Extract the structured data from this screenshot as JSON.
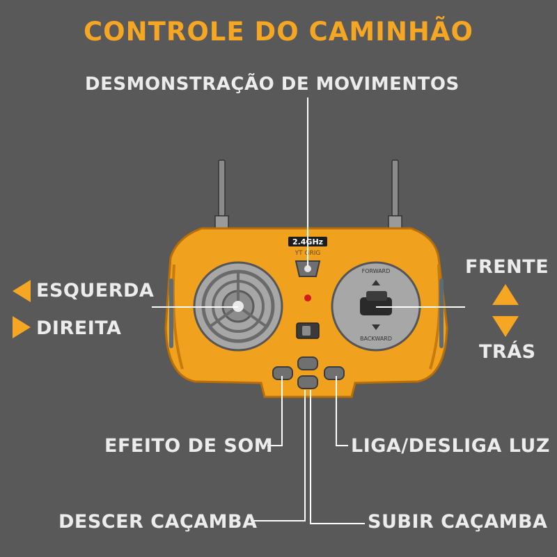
{
  "title": "CONTROLE DO CAMINHÃO",
  "labels": {
    "demo": "DESMONSTRAÇÃO DE MOVIMENTOS",
    "left": "ESQUERDA",
    "right": "DIREITA",
    "forward": "FRENTE",
    "back": "TRÁS",
    "sound": "EFEITO DE SOM",
    "light": "LIGA/DESLIGA LUZ",
    "lower": "DESCER CAÇAMBA",
    "raise": "SUBIR CAÇAMBA"
  },
  "remote": {
    "badge_frequency": "2.4GHz",
    "badge_sub": "YT GRIG",
    "joystick_forward_text": "FORWARD",
    "joystick_backward_text": "BACKWARD"
  },
  "colors": {
    "background": "#595959",
    "accent": "#f5a623",
    "remote_body": "#f0a11e",
    "label_text": "#ececec"
  }
}
